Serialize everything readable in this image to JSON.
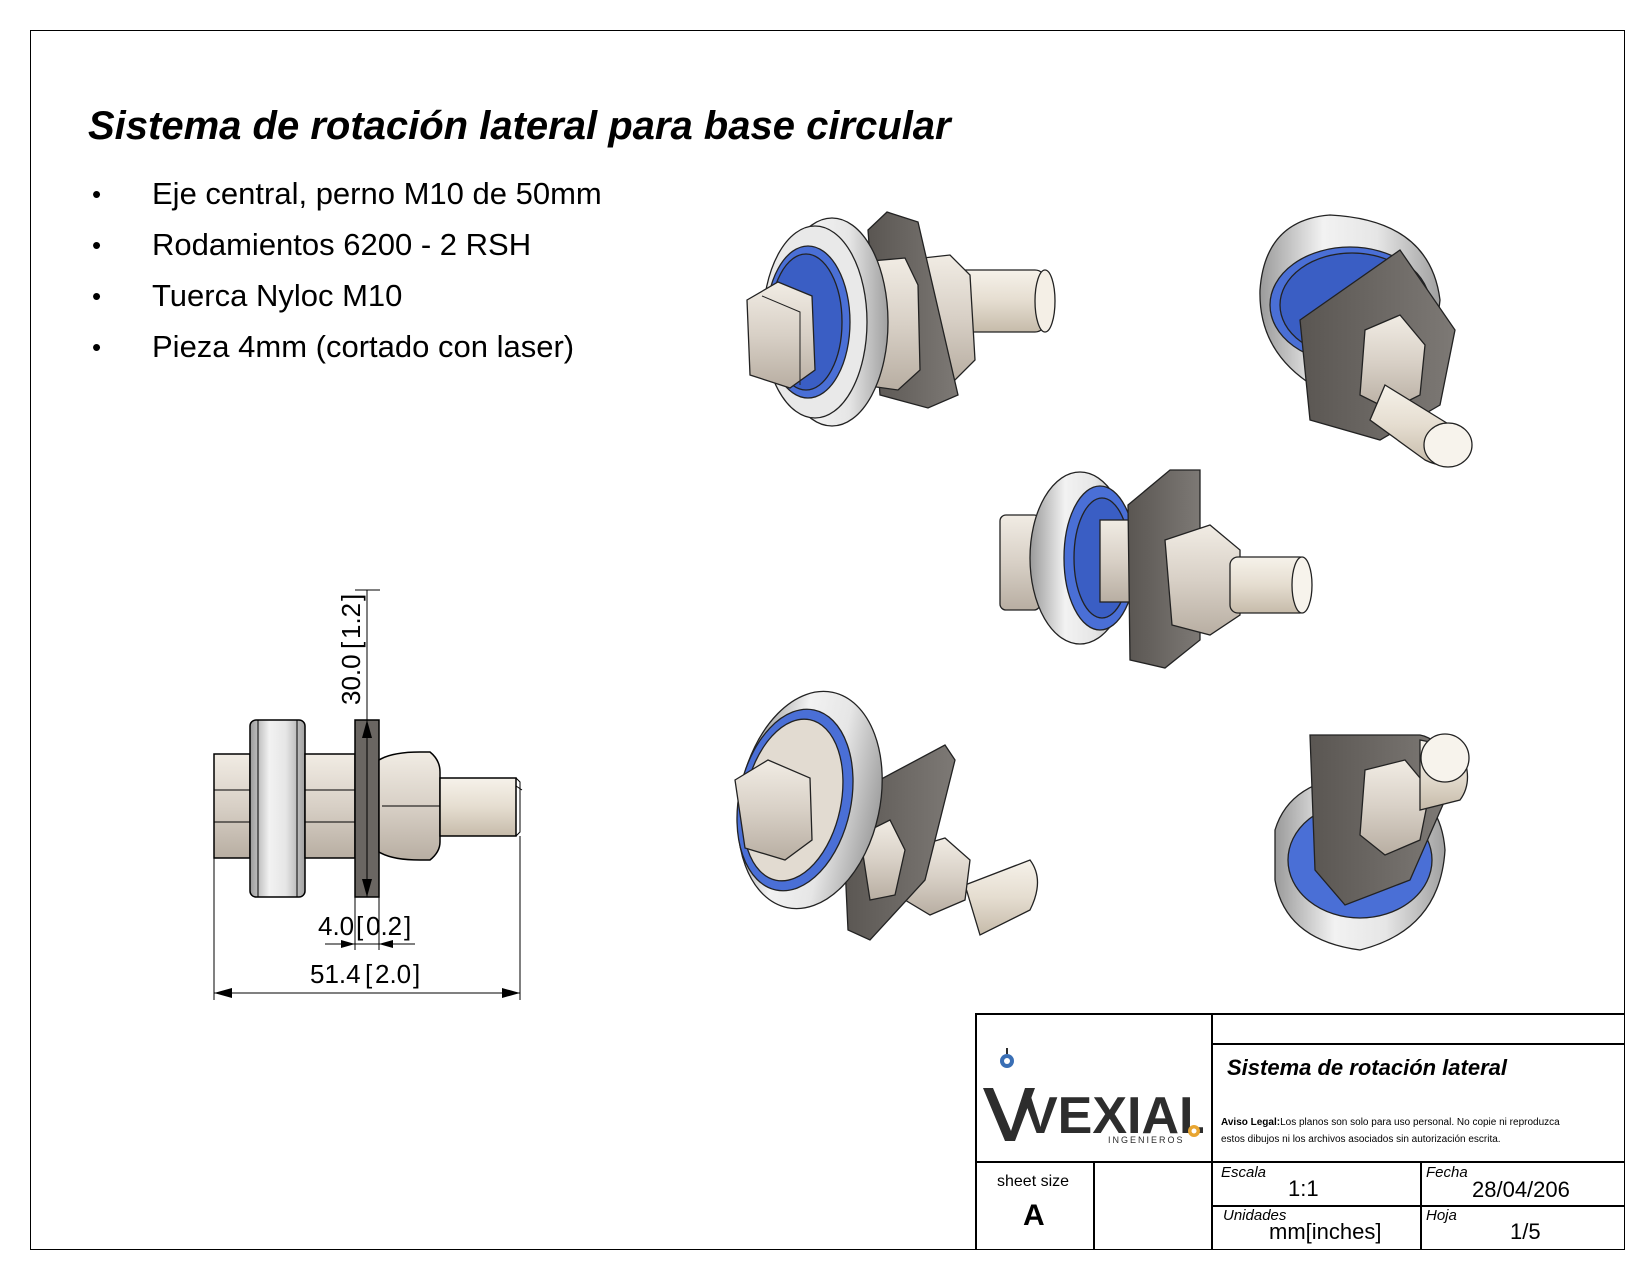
{
  "title": "Sistema de rotación lateral para base circular",
  "bullets": [
    "Eje central, perno M10 de 50mm",
    "Rodamientos 6200 - 2 RSH",
    "Tuerca Nyloc M10",
    "Pieza 4mm (cortado con laser)"
  ],
  "bullet_glyph": "•",
  "dimensions": {
    "height_main": "30.0",
    "height_alt": "1.2",
    "thickness_main": "4.0",
    "thickness_alt": "0.2",
    "length_main": "51.4",
    "length_alt": "2.0"
  },
  "title_block": {
    "logo_text": "VEXIAL",
    "logo_subtext": "INGENIEROS",
    "drawing_title": "Sistema de rotación lateral",
    "legal_label": "Aviso Legal:",
    "legal_text_1": "Los planos son solo para uso personal. No copie ni reproduzca",
    "legal_text_2": "estos dibujos ni los archivos asociados sin autorización escrita.",
    "sheet_size_label": "sheet size",
    "sheet_size_value": "A",
    "scale_label": "Escala",
    "scale_value": "1:1",
    "date_label": "Fecha",
    "date_value": "28/04/206",
    "units_label": "Unidades",
    "units_value": "mm[inches]",
    "sheet_label": "Hoja",
    "sheet_value": "1/5"
  },
  "colors": {
    "bearing_seal": "#4a6fd6",
    "bearing_ring": "#dcdcdc",
    "bolt": "#d9d2c8",
    "plate": "#6e6a66",
    "logo_dark": "#2d2d2d",
    "logo_accent": "#e8a531",
    "logo_blue": "#3a6fb5"
  }
}
